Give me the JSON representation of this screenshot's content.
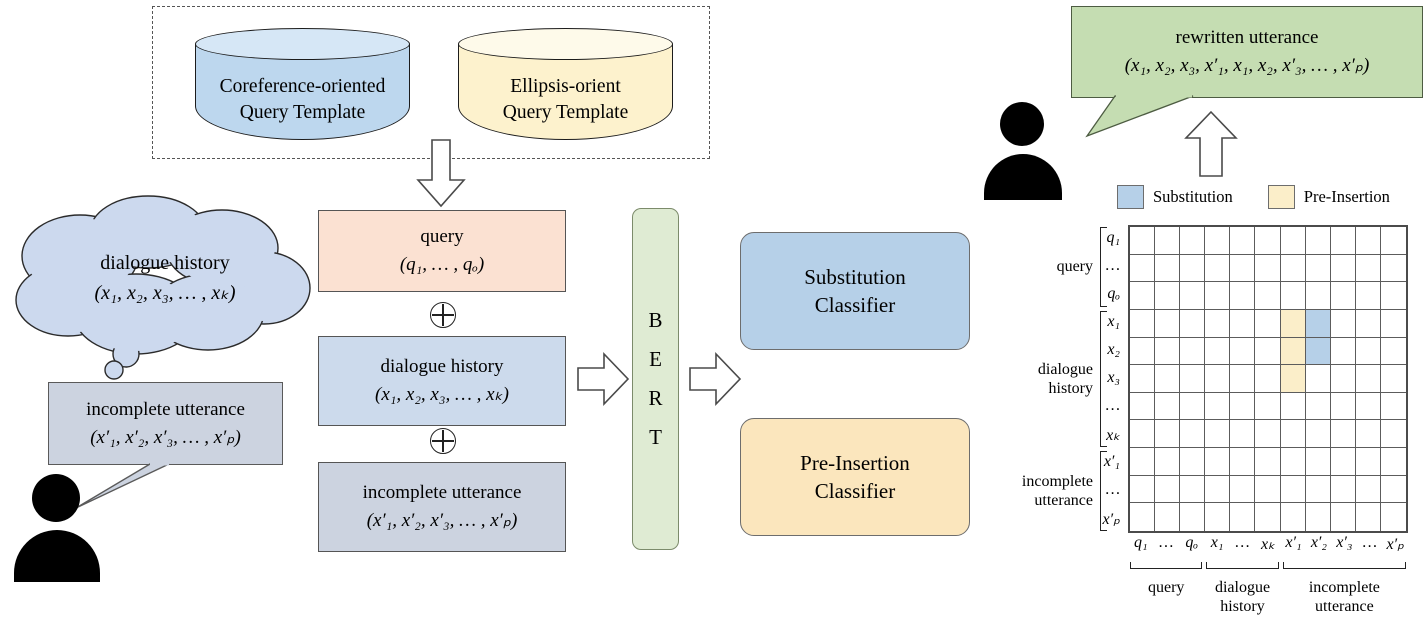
{
  "templates": {
    "coref": {
      "line1": "Coreference-oriented",
      "line2": "Query Template",
      "color": "#bdd7ee"
    },
    "ellipsis": {
      "line1": "Ellipsis-orient",
      "line2": "Query Template",
      "color": "#fdf2cd"
    }
  },
  "left": {
    "cloud": {
      "line1": "dialogue history",
      "line2": "(x₁, x₂, x₃, … , xₖ)"
    },
    "utterance": {
      "line1": "incomplete utterance",
      "line2": "(x′₁, x′₂, x′₃, … , x′ₚ)"
    }
  },
  "inputs": {
    "query": {
      "line1": "query",
      "line2": "(q₁, … , qₒ)",
      "color": "#fbe1d2"
    },
    "history": {
      "line1": "dialogue history",
      "line2": "(x₁, x₂, x₃, … , xₖ)",
      "color": "#ccdaec"
    },
    "incomplete": {
      "line1": "incomplete utterance",
      "line2": "(x′₁, x′₂, x′₃, … , x′ₚ)",
      "color": "#ccd3e0"
    },
    "op1": "⊕",
    "op2": "⊕"
  },
  "encoder": {
    "letters": [
      "B",
      "E",
      "R",
      "T"
    ],
    "color": "#dfebd3"
  },
  "classifiers": {
    "substitution": {
      "line1": "Substitution",
      "line2": "Classifier",
      "color": "#b6d0e8"
    },
    "pre_insertion": {
      "line1": "Pre-Insertion",
      "line2": "Classifier",
      "color": "#fbe6bd"
    }
  },
  "output": {
    "bubble": {
      "line1": "rewritten utterance",
      "line2": "(x₁, x₂, x₃, x′₁, x₁, x₂, x′₃, … , x′ₚ)",
      "color": "#c5ddb2"
    }
  },
  "legend": {
    "items": [
      {
        "label": "Substitution",
        "color": "#b6d0e8"
      },
      {
        "label": "Pre-Insertion",
        "color": "#fbeec9"
      }
    ]
  },
  "chart_data": {
    "type": "heatmap",
    "title": "",
    "rows": 11,
    "cols": 11,
    "row_labels": [
      "q₁",
      "…",
      "qₒ",
      "x₁",
      "x₂",
      "x₃",
      "…",
      "xₖ",
      "x′₁",
      "…",
      "x′ₚ"
    ],
    "col_labels": [
      "q₁",
      "…",
      "qₒ",
      "x₁",
      "…",
      "xₖ",
      "x′₁",
      "x′₂",
      "x′₃",
      "…",
      "x′ₚ"
    ],
    "row_groups": [
      {
        "label": "query",
        "start": 0,
        "end": 2
      },
      {
        "label": "dialogue\nhistory",
        "start": 3,
        "end": 7
      },
      {
        "label": "incomplete\nutterance",
        "start": 8,
        "end": 10
      }
    ],
    "col_groups": [
      {
        "label": "query",
        "start": 0,
        "end": 2
      },
      {
        "label": "dialogue\nhistory",
        "start": 3,
        "end": 5
      },
      {
        "label": "incomplete\nutterance",
        "start": 6,
        "end": 10
      }
    ],
    "highlighted_cells": [
      {
        "row": 3,
        "col": 6,
        "type": "ins"
      },
      {
        "row": 4,
        "col": 6,
        "type": "ins"
      },
      {
        "row": 5,
        "col": 6,
        "type": "ins"
      },
      {
        "row": 3,
        "col": 7,
        "type": "sub"
      },
      {
        "row": 4,
        "col": 7,
        "type": "sub"
      }
    ],
    "legend": [
      "Substitution",
      "Pre-Insertion"
    ],
    "grid": true
  }
}
